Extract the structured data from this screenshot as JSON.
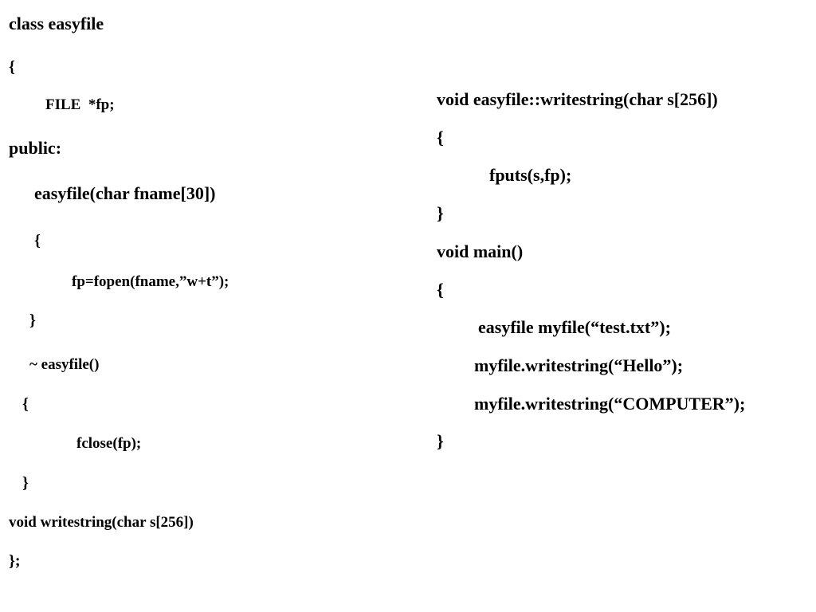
{
  "left_column": {
    "lines": [
      "class easyfile",
      "{",
      "FILE  *fp;",
      "public:",
      "easyfile(char fname[30])",
      "{",
      "fp=fopen(fname,”w+t”);",
      "}",
      "~ easyfile()",
      "{",
      "fclose(fp);",
      "}",
      "void writestring(char s[256])",
      "};"
    ]
  },
  "right_column": {
    "lines": [
      "void easyfile::writestring(char s[256])",
      "{",
      "fputs(s,fp);",
      "}",
      "void main()",
      "{",
      "easyfile myfile(“test.txt”);",
      "myfile.writestring(“Hello”);",
      "myfile.writestring(“COMPUTER”);",
      "}"
    ]
  }
}
